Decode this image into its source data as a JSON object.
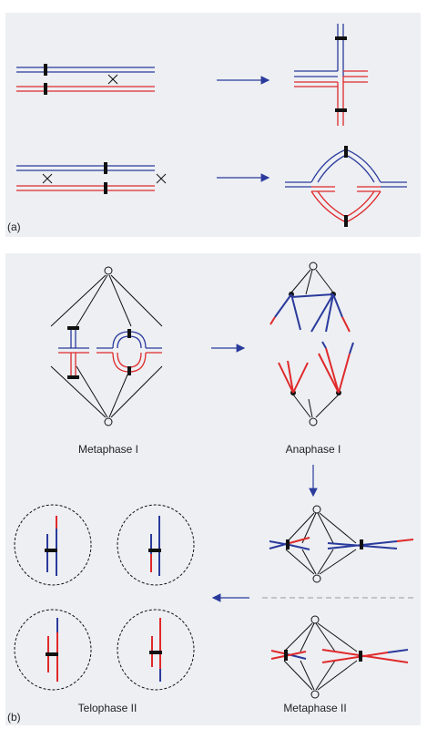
{
  "panel_a": {
    "label": "(a)"
  },
  "panel_b": {
    "label": "(b)",
    "stages": {
      "metaphase_1": "Metaphase I",
      "anaphase_1": "Anaphase I",
      "metaphase_2": "Metaphase II",
      "telophase_2": "Telophase II"
    }
  },
  "colors": {
    "blue": "#2a3a9c",
    "red": "#e0292a",
    "arrow": "#2a3a9c",
    "line": "#111111",
    "panel_bg": "#edeff3"
  }
}
